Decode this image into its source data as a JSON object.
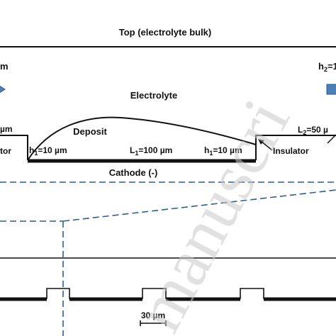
{
  "labels": {
    "top_boundary": "Top (electrolyte bulk)",
    "left_height_partial": "m",
    "right_height_prefix": "h",
    "right_height_sub": "2",
    "right_height_suffix": "=1",
    "electrolyte": "Electrolyte",
    "deposit": "Deposit",
    "left_length_partial": "µm",
    "left_insulator_partial": "tor",
    "h1_left_prefix": "h",
    "h1_left_sub": "1",
    "h1_left_suffix": "=10 µm",
    "l1_prefix": "L",
    "l1_sub": "1",
    "l1_suffix": "=100 µm",
    "h1_right_prefix": "h",
    "h1_right_sub": "1",
    "h1_right_suffix": "=10 µm",
    "insulator_right": "Insulator",
    "l2_prefix": "L",
    "l2_sub": "2",
    "l2_suffix": "=50 µ",
    "cathode": "Cathode (-)",
    "scale_bar": "30 µm"
  },
  "watermark": {
    "text": "manuscri"
  },
  "colors": {
    "line": "#111111",
    "dashed": "#2f5f8f",
    "arrow_fill": "#4a7fb8",
    "arrow_stroke": "#2c5a8a",
    "watermark": "#c9c9c9"
  }
}
